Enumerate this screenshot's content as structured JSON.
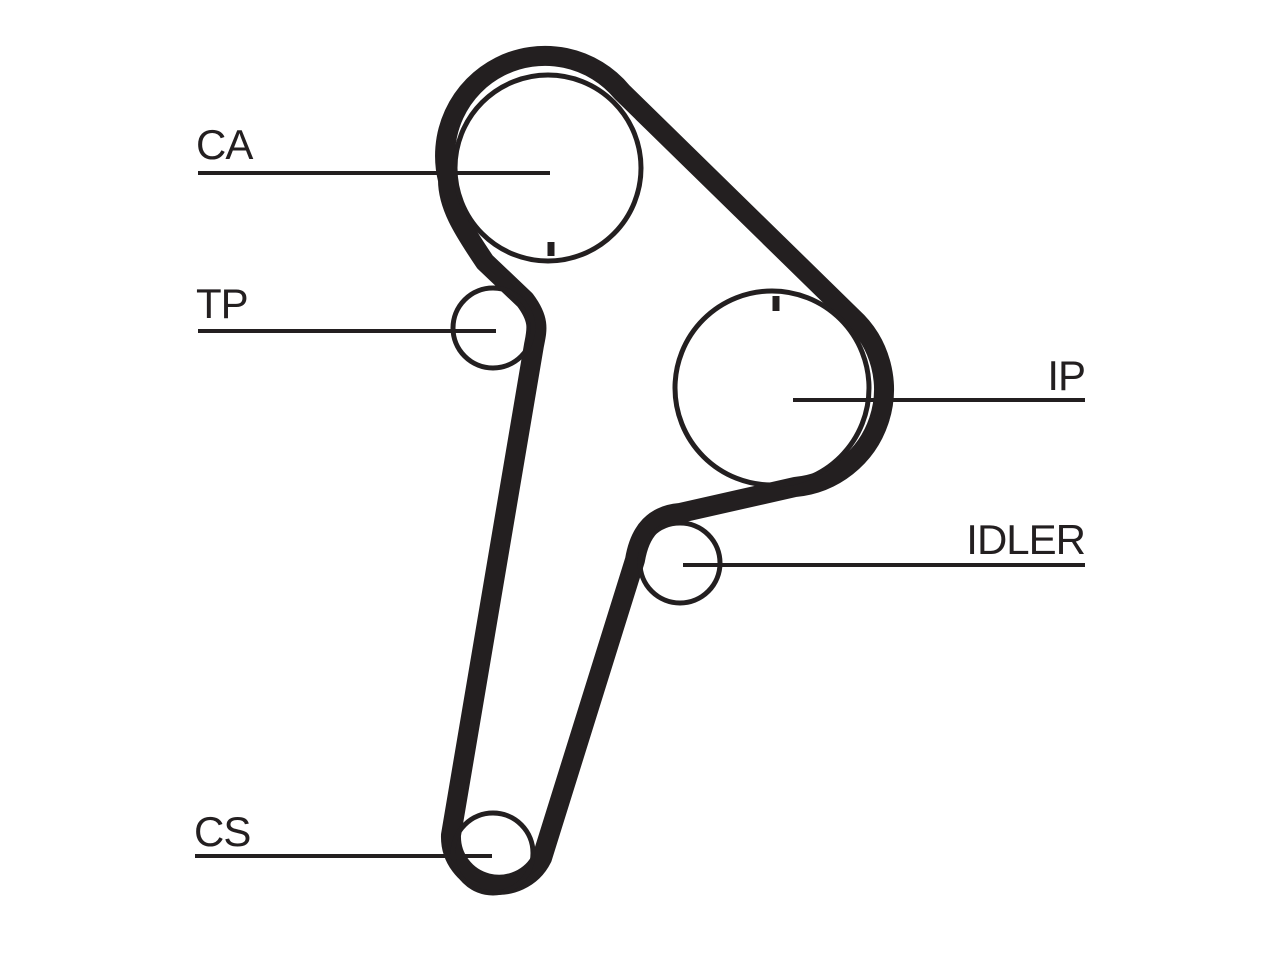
{
  "labels": {
    "camshaft": "CA",
    "tensioner": "TP",
    "injection_pump": "IP",
    "idler": "IDLER",
    "crankshaft": "CS"
  },
  "colors": {
    "ink": "#231f20",
    "background": "#ffffff"
  }
}
